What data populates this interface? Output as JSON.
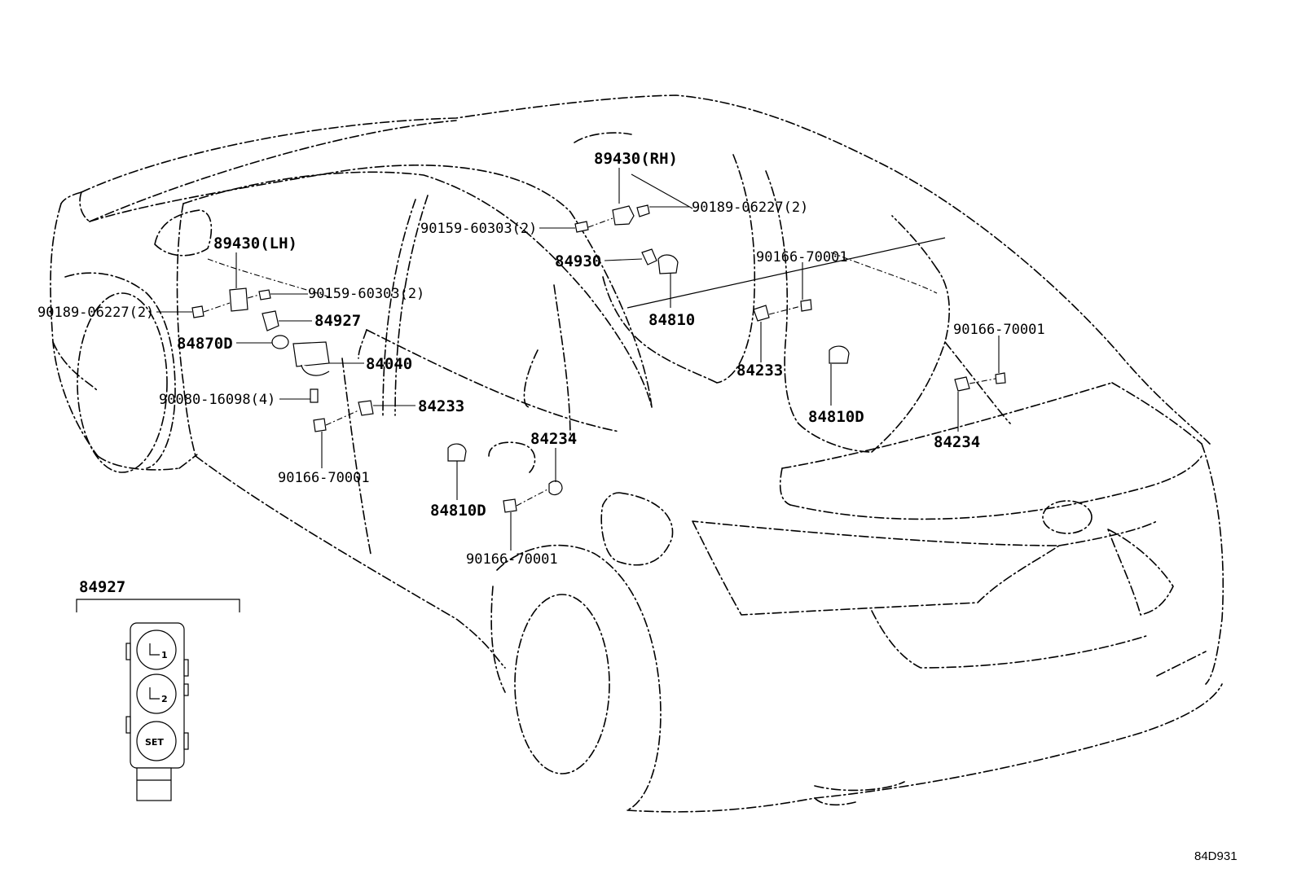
{
  "diagram": {
    "code": "84D931",
    "labels": {
      "l_89430_rh": "89430(RH)",
      "l_90189_rh": "90189-06227(2)",
      "l_90159_rh": "90159-60303(2)",
      "l_84930": "84930",
      "l_84810": "84810",
      "l_90166_a": "90166-70001",
      "l_84233_rh": "84233",
      "l_84810d_rh": "84810D",
      "l_90166_b": "90166-70001",
      "l_84234_rh": "84234",
      "l_89430_lh": "89430(LH)",
      "l_90159_lh": "90159-60303(2)",
      "l_90189_lh": "90189-06227(2)",
      "l_84927": "84927",
      "l_84870d": "84870D",
      "l_84040": "84040",
      "l_90080": "90080-16098(4)",
      "l_84233_lh": "84233",
      "l_90166_c": "90166-70001",
      "l_84234_mid": "84234",
      "l_84810d_lh": "84810D",
      "l_90166_d": "90166-70001",
      "l_84927_detail": "84927"
    },
    "switch_buttons": [
      "1",
      "2",
      "SET"
    ]
  }
}
